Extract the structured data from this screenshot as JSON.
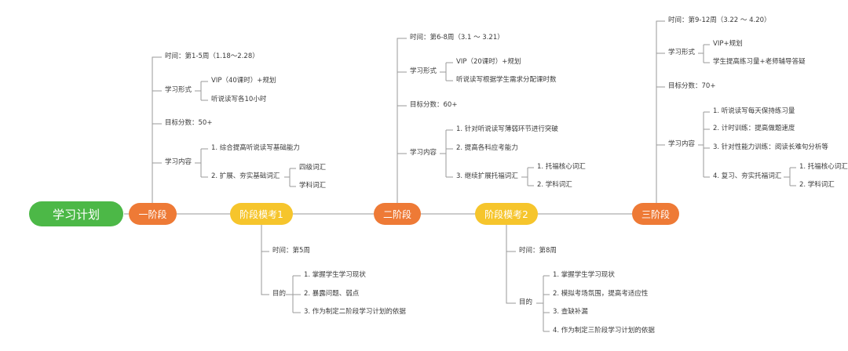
{
  "root": "学习计划",
  "stages": {
    "s1": {
      "title": "一阶段",
      "time": "时间：第1-5周（1.18～2.28）",
      "form_label": "学习形式",
      "form_items": [
        "VIP（40课时）+规划",
        "听说读写各10小时"
      ],
      "target": "目标分数：50+",
      "content_label": "学习内容",
      "content_items": [
        "1. 综合提高听说读写基础能力",
        "2. 扩展、夯实基础词汇"
      ],
      "vocab_items": [
        "四级词汇",
        "学科词汇"
      ]
    },
    "m1": {
      "title": "阶段模考1",
      "time": "时间：第5周",
      "goal_label": "目的",
      "goal_items": [
        "1. 掌握学生学习现状",
        "2. 暴露问题、弱点",
        "3. 作为制定二阶段学习计划的依据"
      ]
    },
    "s2": {
      "title": "二阶段",
      "time": "时间：第6-8周（3.1 ～ 3.21）",
      "form_label": "学习形式",
      "form_items": [
        "VIP（20课时）+规划",
        "听说读写根据学生需求分配课时数"
      ],
      "target": "目标分数：60+",
      "content_label": "学习内容",
      "content_items": [
        "1. 针对听说读写薄弱环节进行突破",
        "2. 提高各科应考能力",
        "3. 继续扩展托福词汇"
      ],
      "vocab_items": [
        "1. 托福核心词汇",
        "2. 学科词汇"
      ]
    },
    "m2": {
      "title": "阶段模考2",
      "time": "时间：第8周",
      "goal_label": "目的",
      "goal_items": [
        "1. 掌握学生学习现状",
        "2. 模拟考场氛围，提高考适应性",
        "3. 查缺补漏",
        "4. 作为制定三阶段学习计划的依据"
      ]
    },
    "s3": {
      "title": "三阶段",
      "time": "时间：第9-12周（3.22 ～ 4.20）",
      "form_label": "学习形式",
      "form_items": [
        "VIP+规划",
        "学生提高练习量+老师辅导答疑"
      ],
      "target": "目标分数：70+",
      "content_label": "学习内容",
      "content_items": [
        "1. 听说读写每天保持练习量",
        "2. 计时训练：提高做题速度",
        "3. 针对性能力训练：阅读长难句分析等",
        "4. 复习、夯实托福词汇"
      ],
      "vocab_items": [
        "1. 托福核心词汇",
        "2. 学科词汇"
      ]
    }
  },
  "colors": {
    "root": "#4cb847",
    "stage": "#ee7a36",
    "mock": "#f6c52c",
    "line": "#9a9a9a"
  }
}
